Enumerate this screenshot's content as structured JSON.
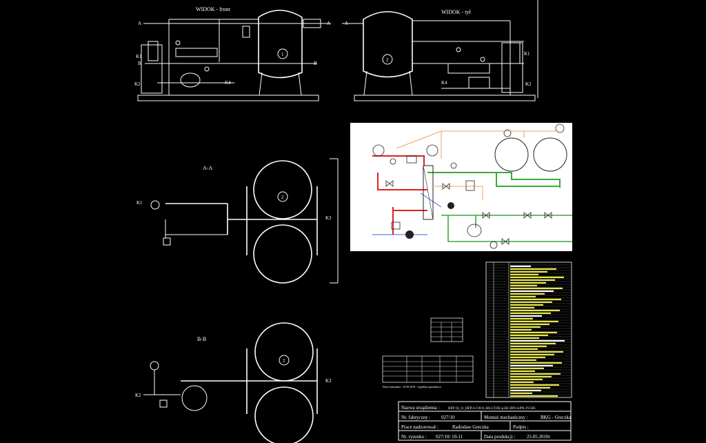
{
  "views": {
    "front_title": "WIDOK - front",
    "back_title": "WIDOK - tył",
    "section_aa": "A-A",
    "section_bb": "B-B"
  },
  "markers": {
    "A": "A",
    "B": "B",
    "K1": "K1",
    "K2": "K2",
    "K3": "K3",
    "K4": "K4"
  },
  "tank_numbers": {
    "one": "1",
    "two": "2"
  },
  "title_block": {
    "device_label": "Nazwa urządzenia :",
    "device_value": "HFP 10_11_HFP-S CW11-HS-CT-FE-p-H1-DIV-4-PN-1V-505",
    "serial_label": "Nr. fabryczny :",
    "serial_value": "027/10",
    "assembly_label": "Montaż mechaniczny :",
    "assembly_value": "BKG - Greczka",
    "supervisor_label": "Prace nadzorował :",
    "supervisor_value": "Radosław Greczka",
    "signature_label": "Podpis :",
    "drawing_label": "Nr. rysunku :",
    "drawing_value": "027/10/ 10-11",
    "date_label": "Data produkcji :",
    "date_value": "25.05.2010r"
  },
  "table_note": "Data wykonania : 25.05.2010 - wypełnia sprzedawca",
  "colors": {
    "background": "#000000",
    "line": "#ffffff",
    "pipe_red": "#e02020",
    "pipe_green": "#3aa83a",
    "pipe_orange": "#f0a060",
    "pipe_blue": "#3a6ad8",
    "highlight_yellow": "#e8e84a"
  }
}
